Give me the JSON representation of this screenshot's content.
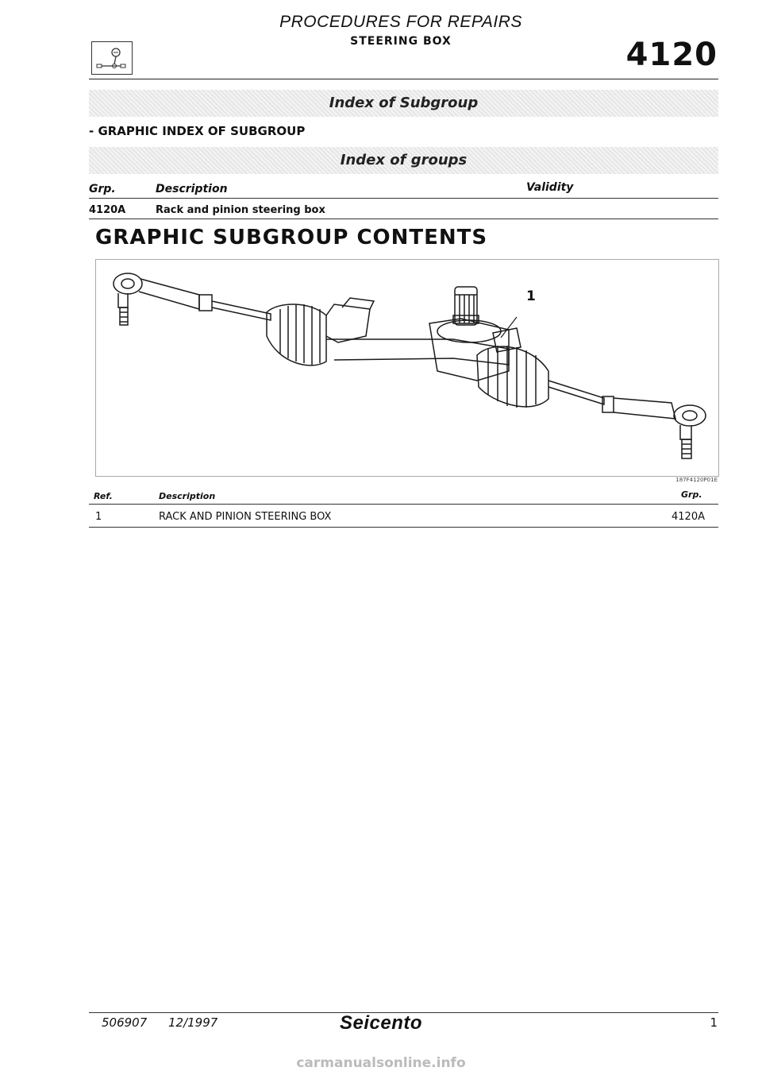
{
  "header": {
    "title": "PROCEDURES FOR REPAIRS",
    "subtitle": "STEERING BOX",
    "code": "4120"
  },
  "index_band": "Index of Subgroup",
  "section_heading": "- GRAPHIC INDEX OF SUBGROUP",
  "groups_band": "Index of groups",
  "groups_table": {
    "headers": {
      "grp": "Grp.",
      "description": "Description",
      "validity": "Validity"
    },
    "rows": [
      {
        "grp": "4120A",
        "description": "Rack and pinion steering box",
        "validity": ""
      }
    ]
  },
  "contents_title": "GRAPHIC SUBGROUP CONTENTS",
  "figure": {
    "callout": "1",
    "code": "187F4120P01E"
  },
  "ref_table": {
    "headers": {
      "ref": "Ref.",
      "description": "Description",
      "grp": "Grp."
    },
    "rows": [
      {
        "ref": "1",
        "description": "RACK AND PINION STEERING BOX",
        "grp": "4120A"
      }
    ]
  },
  "footer": {
    "doc_number": "506907",
    "date": "12/1997",
    "brand": "Seicento",
    "page": "1"
  },
  "watermark": "carmanualsonline.info"
}
